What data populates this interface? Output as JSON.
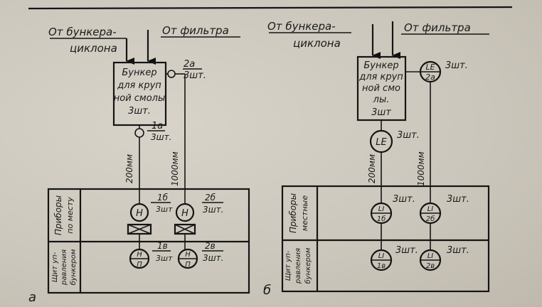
{
  "panels": [
    {
      "letter": "а",
      "source_left": [
        "От бункера-",
        "циклона"
      ],
      "source_right": "От фильтра",
      "bunker_lines": [
        "Бункер",
        "для круп",
        "ной смолы",
        "3шт."
      ],
      "top_right_sensor": {
        "code": "2а",
        "qty": "3шт."
      },
      "under_bunker_sensor": {
        "code": "1а",
        "qty": "3шт."
      },
      "pipe_left": "200мм",
      "pipe_right": "1000мм",
      "row_labels": [
        [
          "Приборы",
          "по месту"
        ],
        [
          "Щит уп-",
          "равления",
          "бункером"
        ]
      ],
      "field": [
        {
          "letter": "Н",
          "code": "1б",
          "qty": "3шт"
        },
        {
          "letter": "Н",
          "code": "2б",
          "qty": "3шт."
        }
      ],
      "panel": [
        {
          "top": "Н",
          "bottom": "П",
          "code": "1в",
          "qty": "3шт"
        },
        {
          "top": "Н",
          "bottom": "П",
          "code": "2в",
          "qty": "3шт."
        }
      ]
    },
    {
      "letter": "б",
      "source_left": [
        "От бункера-",
        "циклона"
      ],
      "source_right": "От фильтра",
      "bunker_lines": [
        "Бункер",
        "для круп",
        "ной смо",
        "лы.",
        "3шт"
      ],
      "top_right_sensor": {
        "top": "LE",
        "bottom": "2а",
        "qty": "3шт."
      },
      "le_sensor": {
        "label": "LE",
        "qty": "3шт."
      },
      "pipe_left": "200мм",
      "pipe_right": "1000мм",
      "row_labels": [
        [
          "Приборы",
          "местные"
        ],
        [
          "Щит уп-",
          "равления",
          "бункером"
        ]
      ],
      "field": [
        {
          "top": "LI",
          "bottom": "1б",
          "qty": "3шт."
        },
        {
          "top": "LI",
          "bottom": "2б",
          "qty": "3шт."
        }
      ],
      "panel": [
        {
          "top": "LI",
          "bottom": "1в",
          "qty": "3шт."
        },
        {
          "top": "LI",
          "bottom": "2в",
          "qty": "3шт."
        }
      ]
    }
  ]
}
